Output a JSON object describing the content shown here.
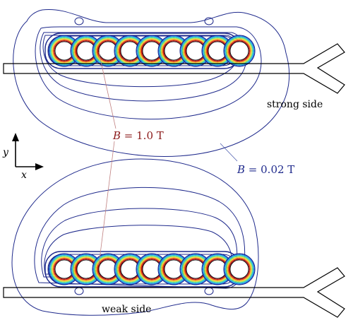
{
  "labels": {
    "strong_side": "strong side",
    "weak_side": "weak side",
    "b_high_var": "B",
    "b_high_rest": " = 1.0 T",
    "b_low_var": "B",
    "b_low_rest": " = 0.02 T",
    "axis_y": "y",
    "axis_x": "x"
  },
  "colors": {
    "outer_contour": "#1f2a8c",
    "high_label": "#8b1a1a",
    "low_label": "#1f2a8c",
    "leader_high": "#c08080",
    "leader_low": "#5060b0",
    "coil": "#ffffff",
    "rail": "#000000"
  },
  "magnets": {
    "count": 9,
    "field_scale": [
      "#0b1a8c",
      "#1f6fd6",
      "#23b5e6",
      "#3fd6a8",
      "#9fe05a",
      "#f2e03a",
      "#f59a23",
      "#e0301c",
      "#9a0b10"
    ]
  }
}
